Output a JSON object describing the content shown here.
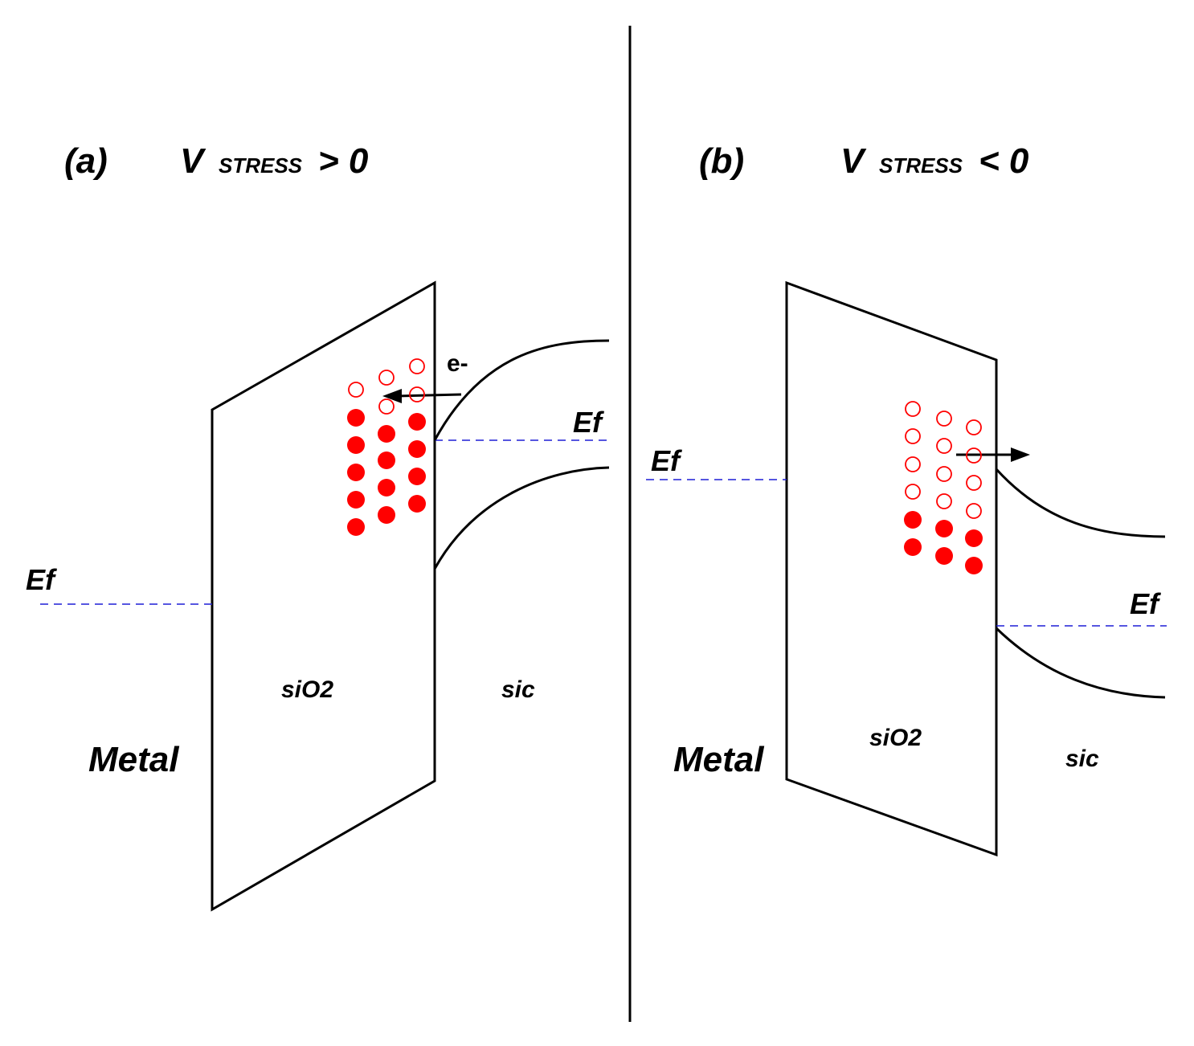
{
  "colors": {
    "line": "#000000",
    "fermi": "#1f1fd6",
    "filled_trap": "#ff0000",
    "empty_trap": "#ff0000"
  },
  "panel_a": {
    "label": "(a)",
    "stress_v": "V",
    "stress_sub": "STRESS",
    "stress_rel": "> 0",
    "metal_label": "Metal",
    "oxide_label": "siO2",
    "semi_label": "sic",
    "ef_left": "Ef",
    "ef_right": "Ef",
    "electron_label": "e-"
  },
  "panel_b": {
    "label": "(b)",
    "stress_v": "V",
    "stress_sub": "STRESS",
    "stress_rel": "< 0",
    "metal_label": "Metal",
    "oxide_label": "siO2",
    "semi_label": "sic",
    "ef_left": "Ef",
    "ef_right": "Ef"
  }
}
